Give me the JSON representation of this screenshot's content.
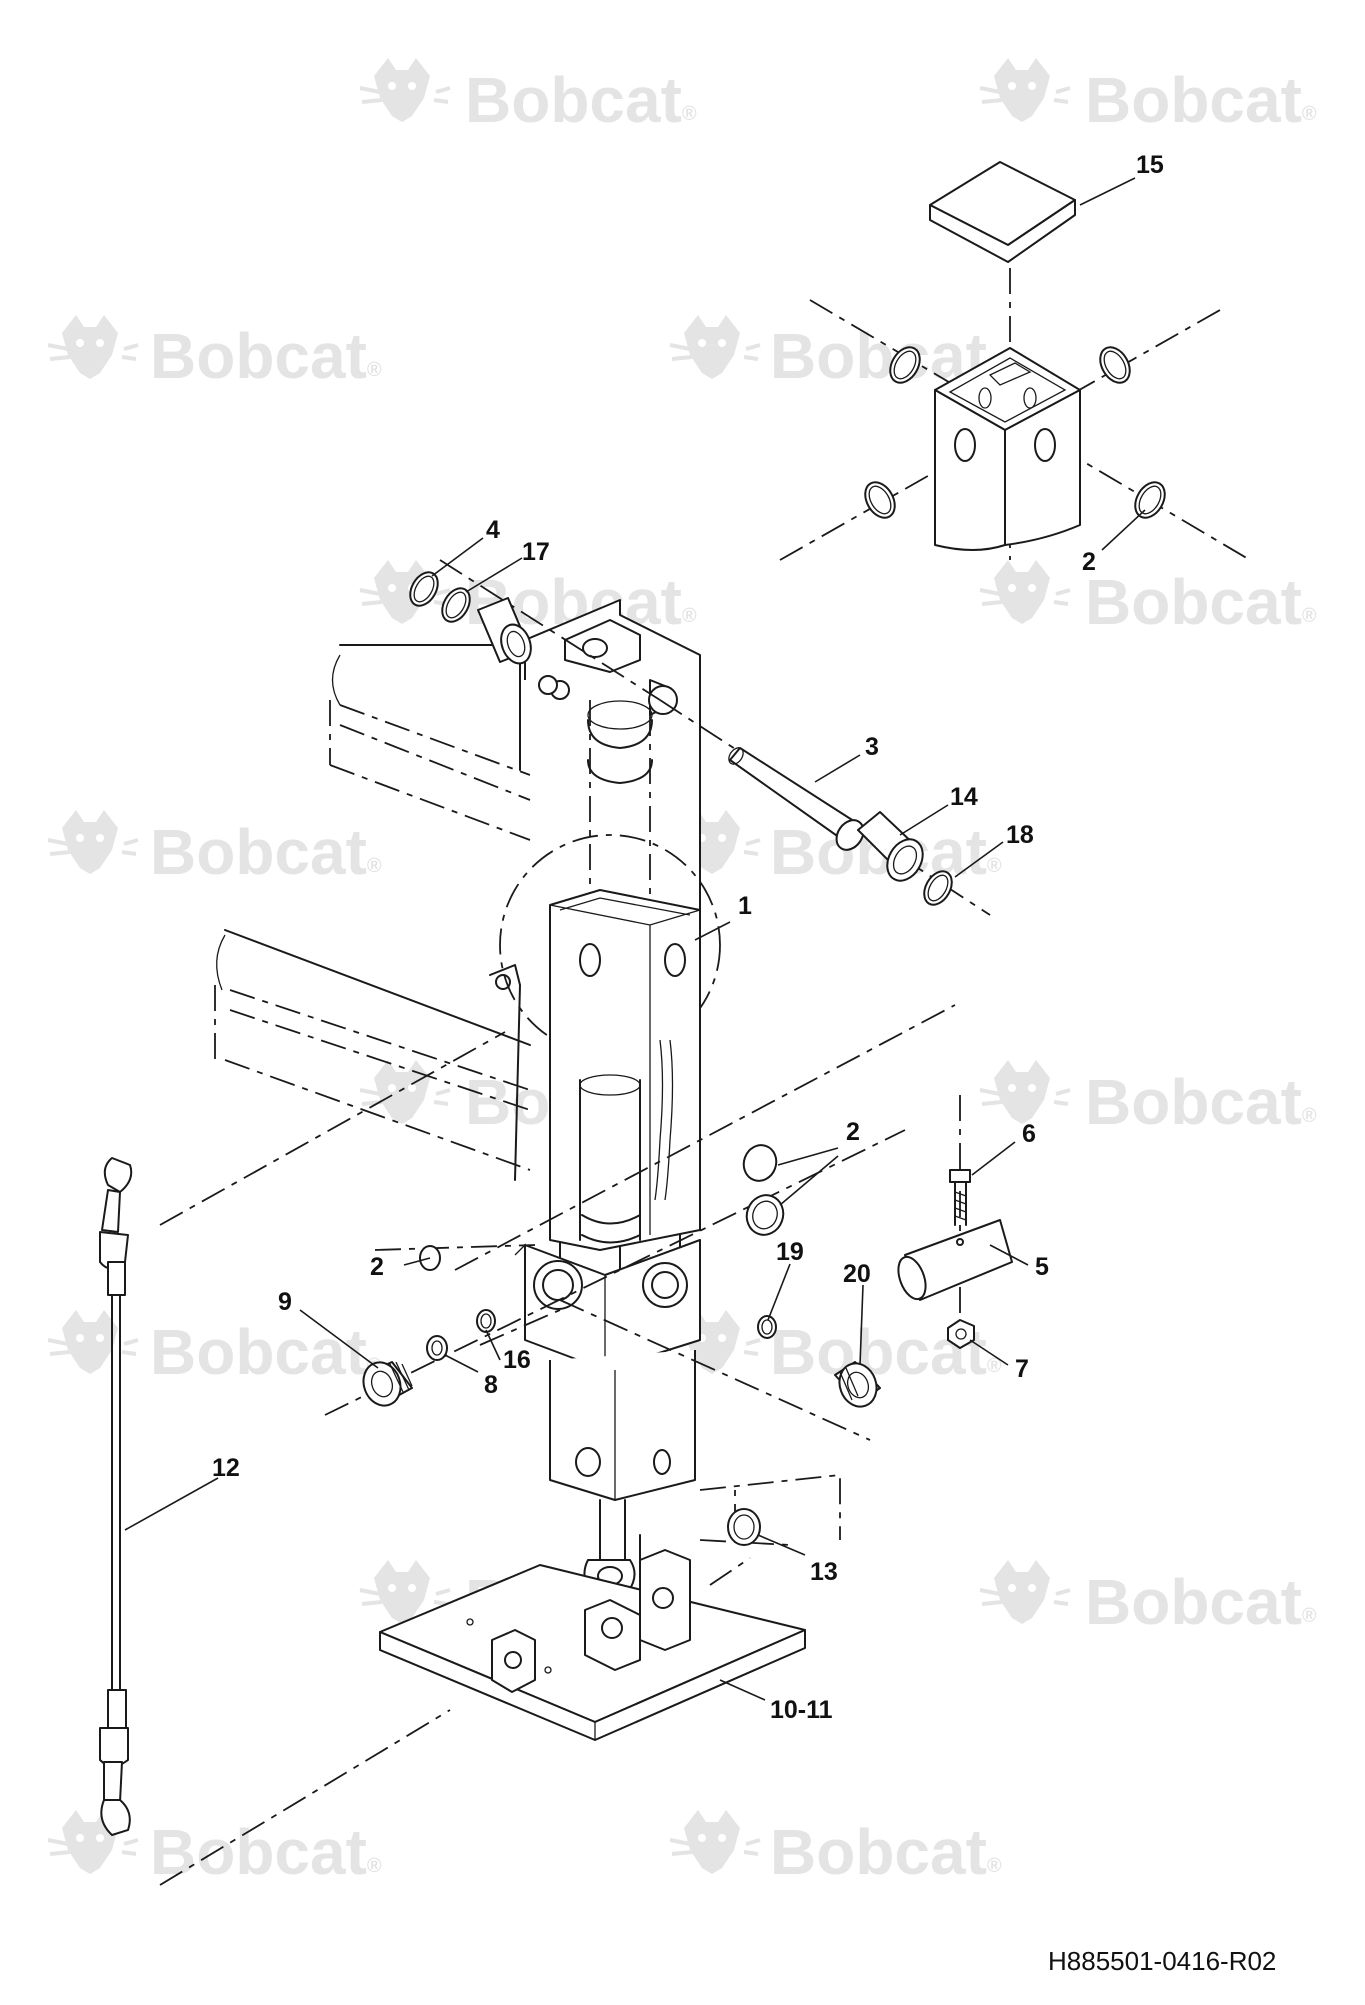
{
  "watermark": {
    "brand": "Bobcat",
    "mark": "®"
  },
  "callouts": [
    "1",
    "2",
    "2",
    "2",
    "2",
    "3",
    "4",
    "5",
    "6",
    "7",
    "8",
    "9",
    "10-11",
    "12",
    "13",
    "14",
    "15",
    "16",
    "17",
    "18",
    "19",
    "20"
  ],
  "document_id": "H885501-0416-R02",
  "colors": {
    "line": "#1a1a1a",
    "watermark": "#e4e4e4",
    "background": "#ffffff"
  }
}
